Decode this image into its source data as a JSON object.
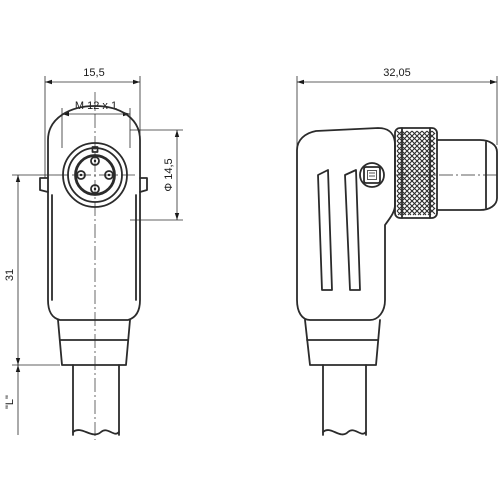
{
  "front_view": {
    "width_label": "15,5",
    "thread_label": "M 12 x 1",
    "diameter_label": "Φ 14,5",
    "height_label": "31",
    "length_label": "\"L\""
  },
  "side_view": {
    "width_label": "32,05"
  }
}
